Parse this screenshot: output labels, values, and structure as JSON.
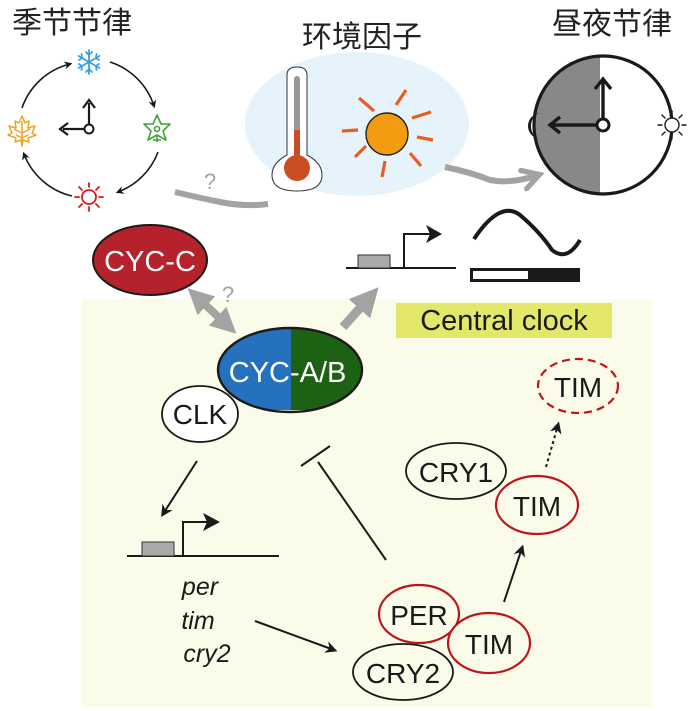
{
  "titles": {
    "seasonal": "季节节律",
    "environment": "环境因子",
    "circadian": "昼夜节律"
  },
  "panel": {
    "label": "Central clock",
    "background_color": "#fafbe8",
    "label_highlight_color": "#e3e86a"
  },
  "question_marks": {
    "season_link": "?",
    "cyc_link": "?"
  },
  "proteins": {
    "cyc_c": "CYC-C",
    "cyc_ab_left": "CYC",
    "cyc_ab_right": "-A/B",
    "clk": "CLK",
    "cry1": "CRY1",
    "tim_degraded": "TIM",
    "tim_cry1": "TIM",
    "per": "PER",
    "tim_complex": "TIM",
    "cry2": "CRY2"
  },
  "genes": {
    "line1": "per",
    "line2": "tim",
    "line3": "cry2"
  },
  "colors": {
    "cyc_c_fill": "#b5222b",
    "cyc_a_fill": "#2671be",
    "cyc_b_fill": "#1d6214",
    "red_outline": "#c0141c",
    "env_bubble": "#e7f3fb",
    "gray_arrow": "#a3a3a3",
    "thermo_red": "#cb4d24",
    "sun_fill": "#f29a10",
    "sun_rays": "#ea5d1f",
    "snowflake": "#3a9fe8",
    "flower": "#3fa33c",
    "maple": "#f0a320",
    "summer_sun": "#e3141c",
    "night_gray": "#888888"
  },
  "seasons": [
    "snowflake",
    "flower",
    "sun",
    "maple-leaf"
  ]
}
